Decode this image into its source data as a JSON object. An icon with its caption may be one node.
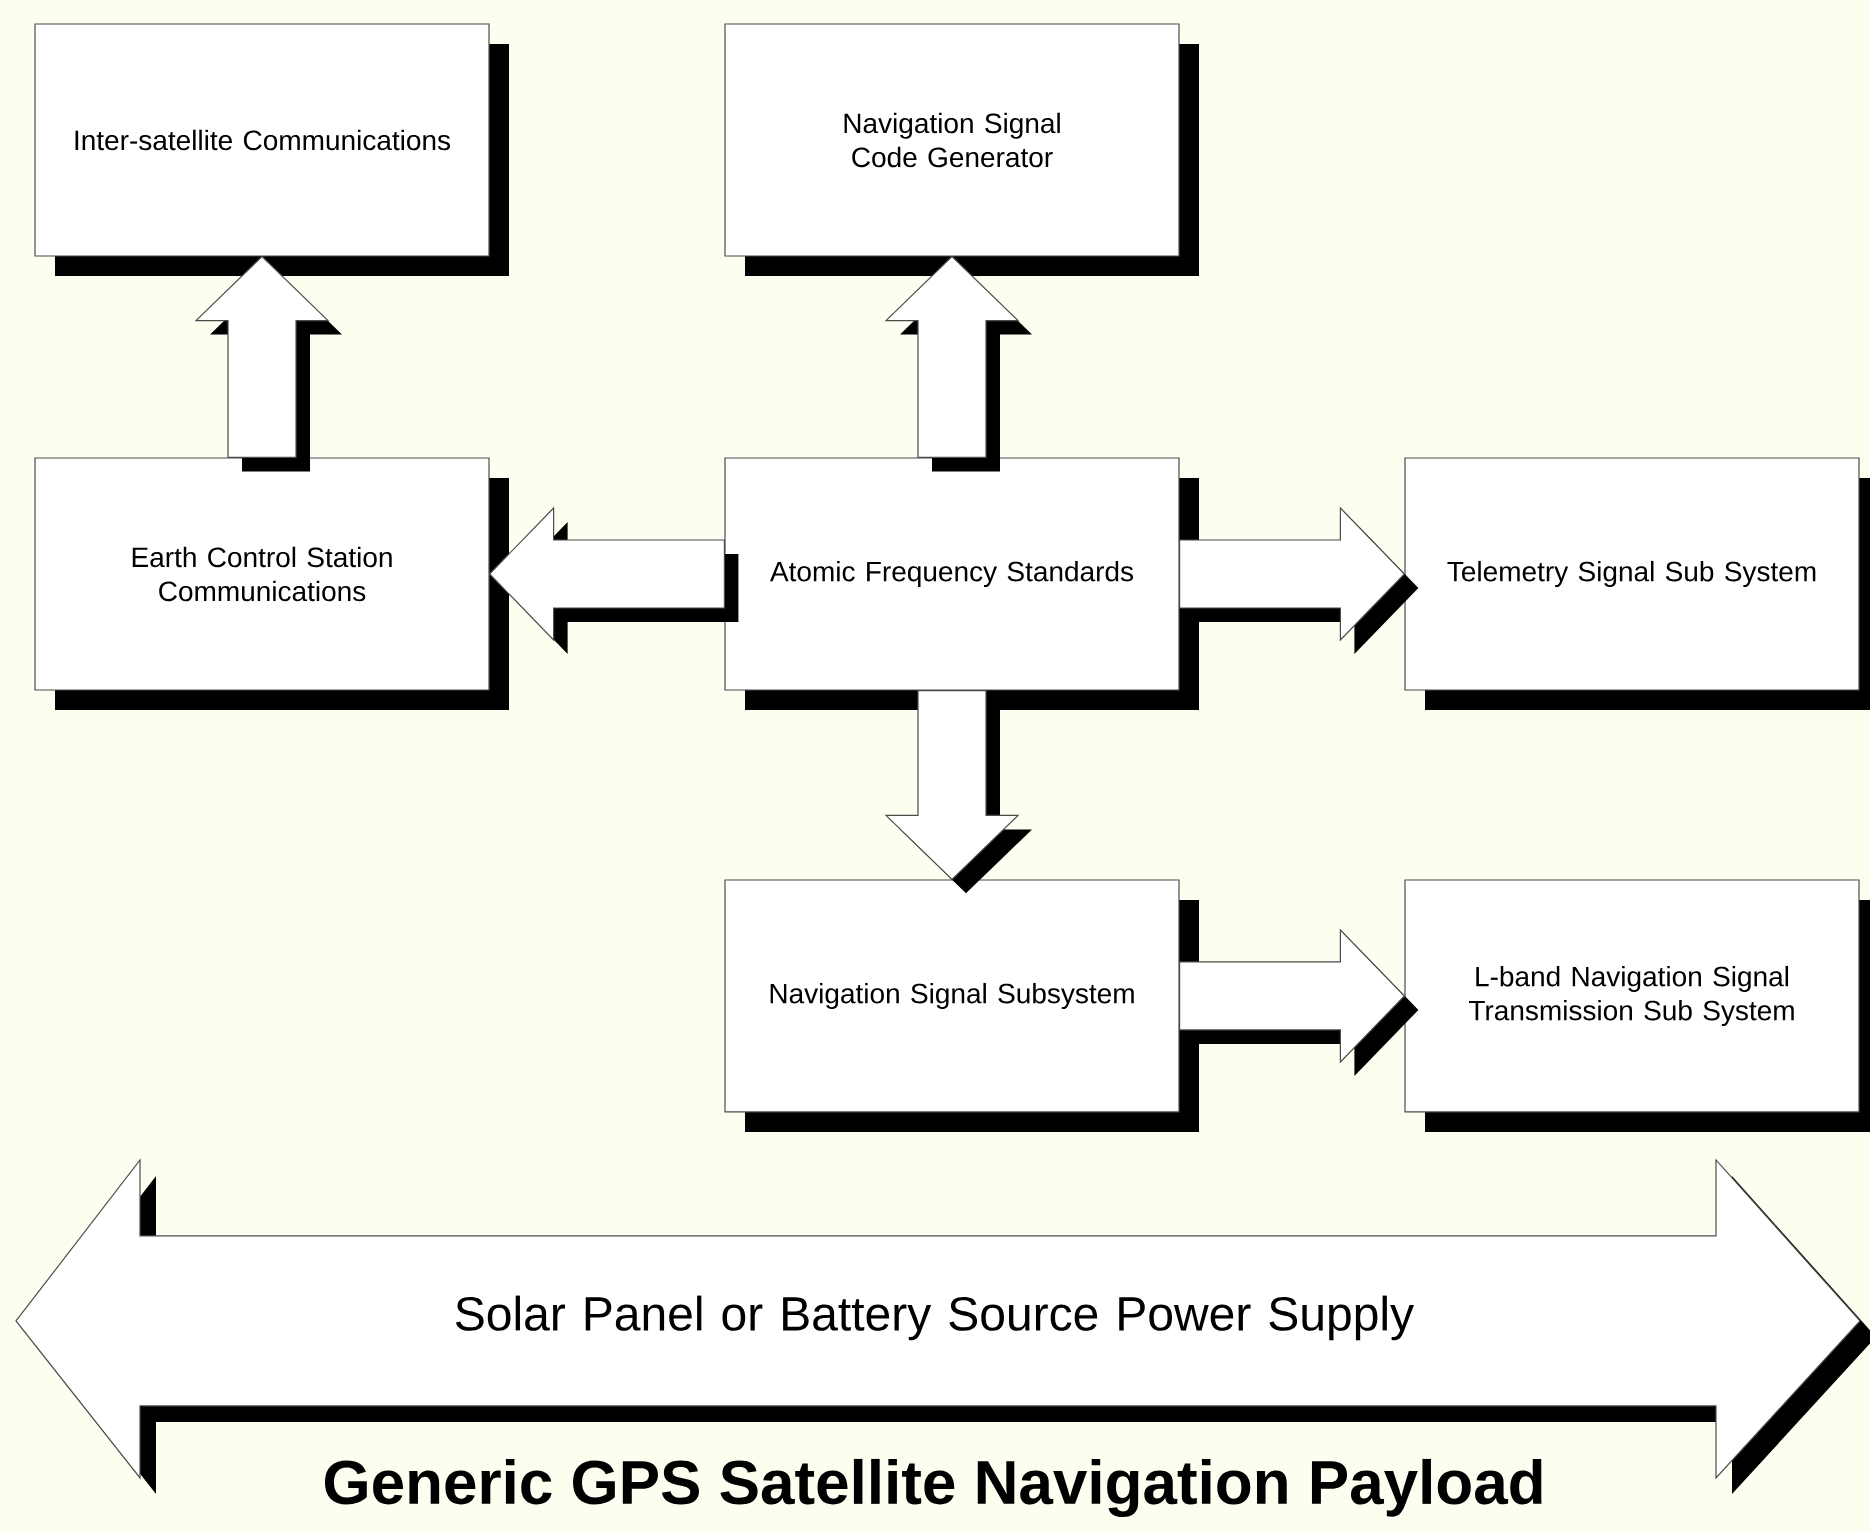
{
  "diagram": {
    "title": "Generic GPS Satellite Navigation Payload",
    "nodes": [
      {
        "text": [
          "Inter-satellite Communications"
        ]
      },
      {
        "text": [
          "Navigation Signal Code Generator"
        ]
      },
      {
        "text": [
          "Earth Control Station Communications"
        ]
      },
      {
        "text": [
          "Atomic Frequency Standards"
        ]
      },
      {
        "text": [
          "Telemetry Signal Sub System"
        ]
      },
      {
        "text": [
          "Navigation Signal Subsystem"
        ]
      },
      {
        "text": [
          "L-band Navigation Signal Transmission Sub System"
        ]
      },
      {
        "text": [
          "Solar Panel or Battery Source Power Supply"
        ]
      }
    ],
    "edges": [
      {
        "from": 2,
        "to": 0,
        "arrow": "to"
      },
      {
        "from": 3,
        "to": 1,
        "arrow": "to"
      },
      {
        "from": 3,
        "to": 2,
        "arrow": "to"
      },
      {
        "from": 3,
        "to": 4,
        "arrow": "to"
      },
      {
        "from": 3,
        "to": 5,
        "arrow": "to"
      },
      {
        "from": 5,
        "to": 6,
        "arrow": "to"
      }
    ]
  }
}
